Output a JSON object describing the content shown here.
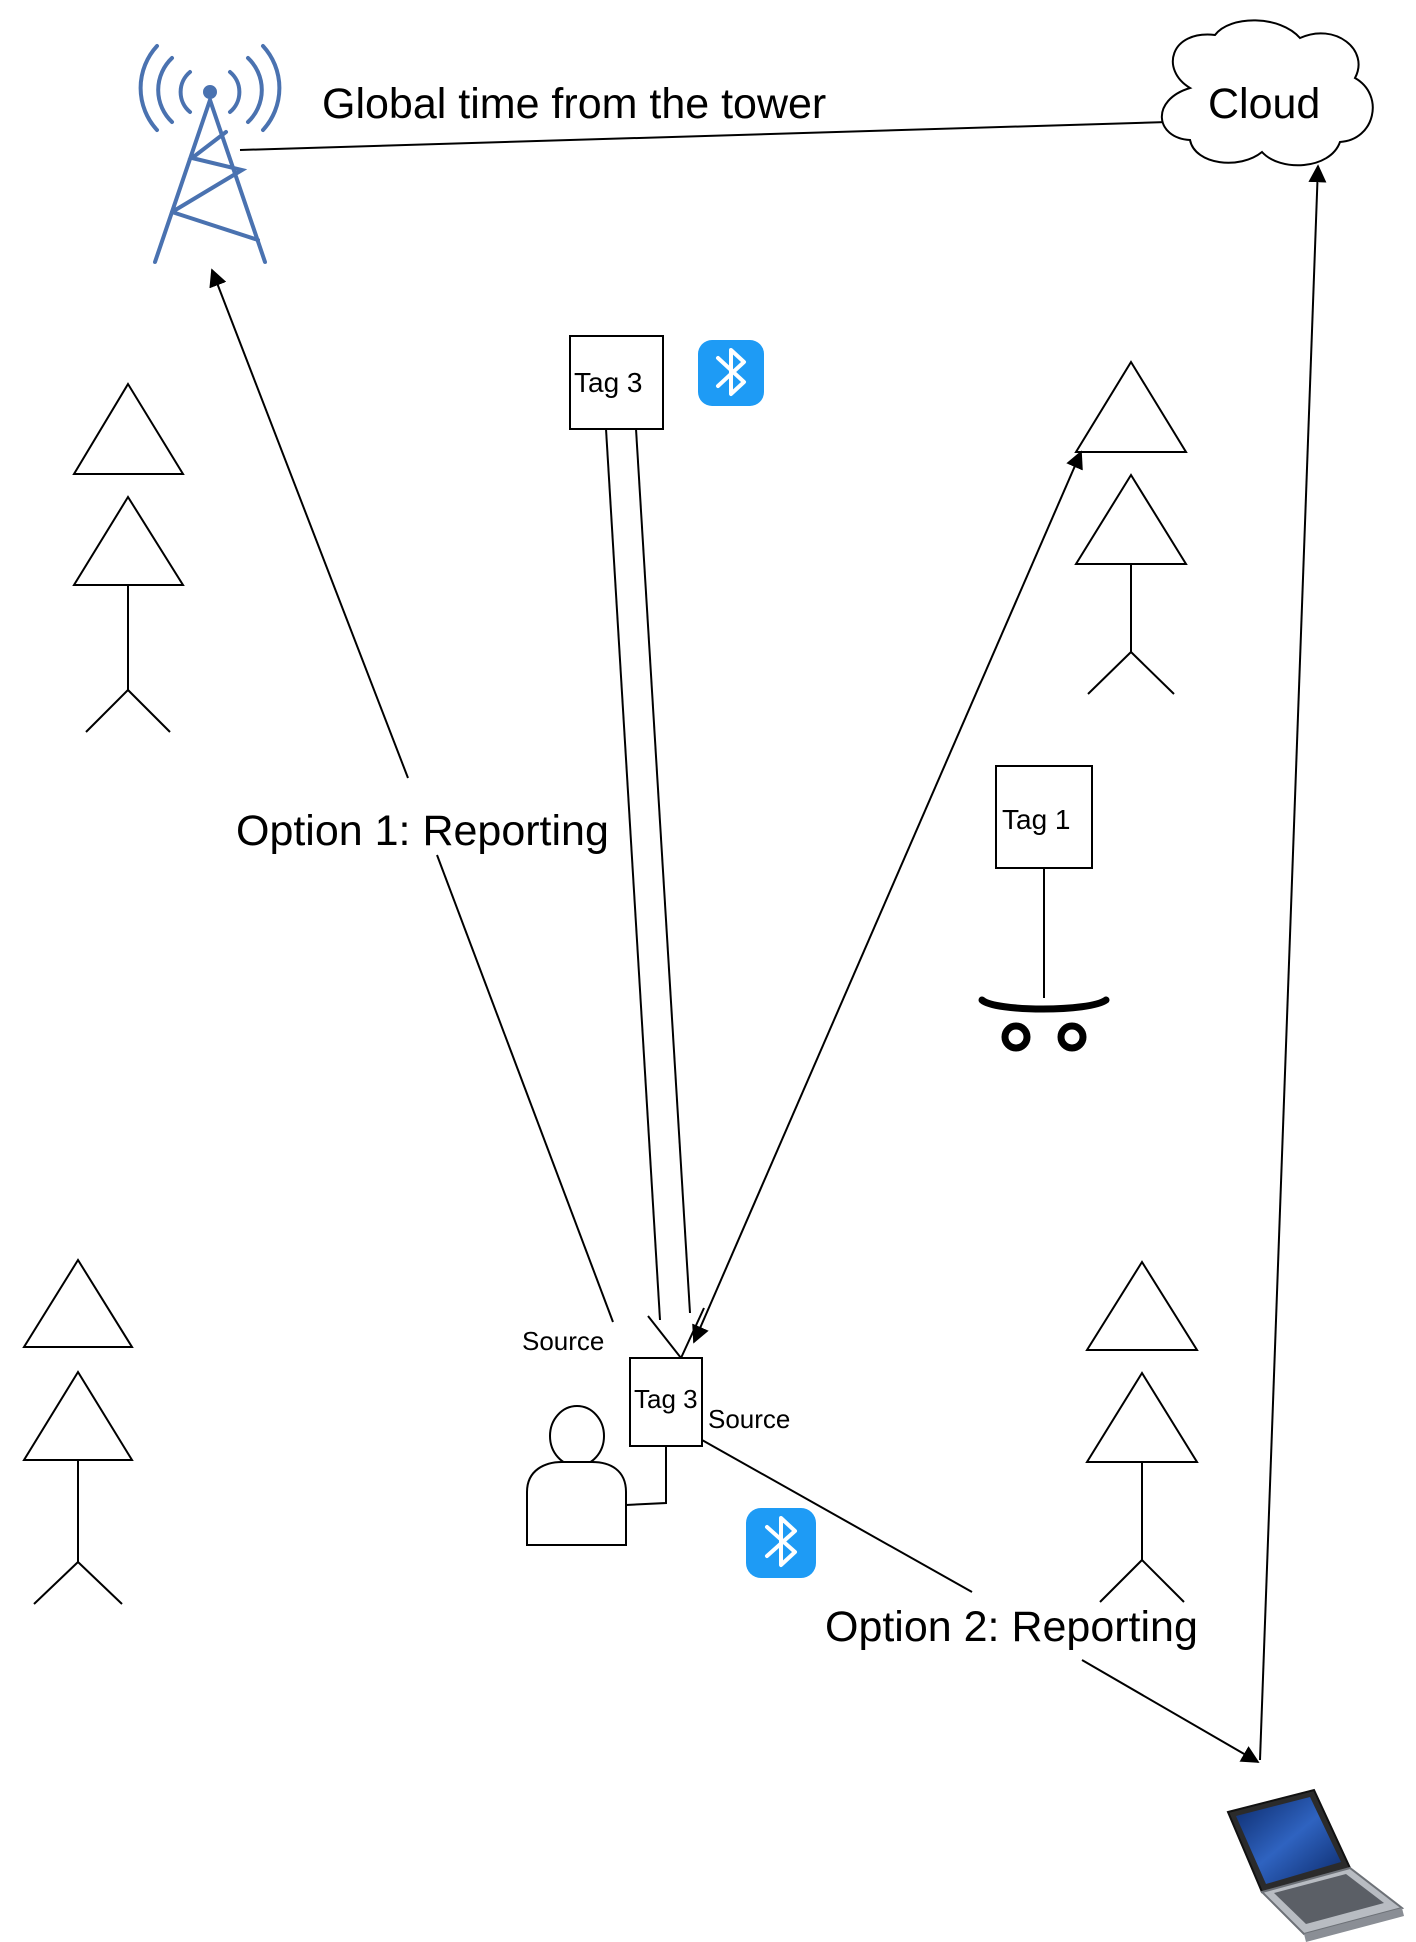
{
  "labels": {
    "tower_caption": "Global time from the tower",
    "cloud": "Cloud",
    "tag3_top": "Tag 3",
    "tag1": "Tag 1",
    "tag3_bottom": "Tag 3",
    "option1": "Option 1: Reporting",
    "option2": "Option 2: Reporting",
    "source_left": "Source",
    "source_right": "Source"
  },
  "icons": {
    "tower": "cell-tower-icon",
    "cloud": "cloud-icon",
    "bluetooth": "bluetooth-icon",
    "anchor": "anchor-antenna-icon",
    "person": "person-icon",
    "skateboard": "skateboard-icon",
    "laptop": "laptop-icon"
  },
  "colors": {
    "tower_blue": "#4a72b0",
    "bluetooth_blue": "#1e9bf5",
    "line": "#000000",
    "laptop_screen": "#1b3f86"
  }
}
